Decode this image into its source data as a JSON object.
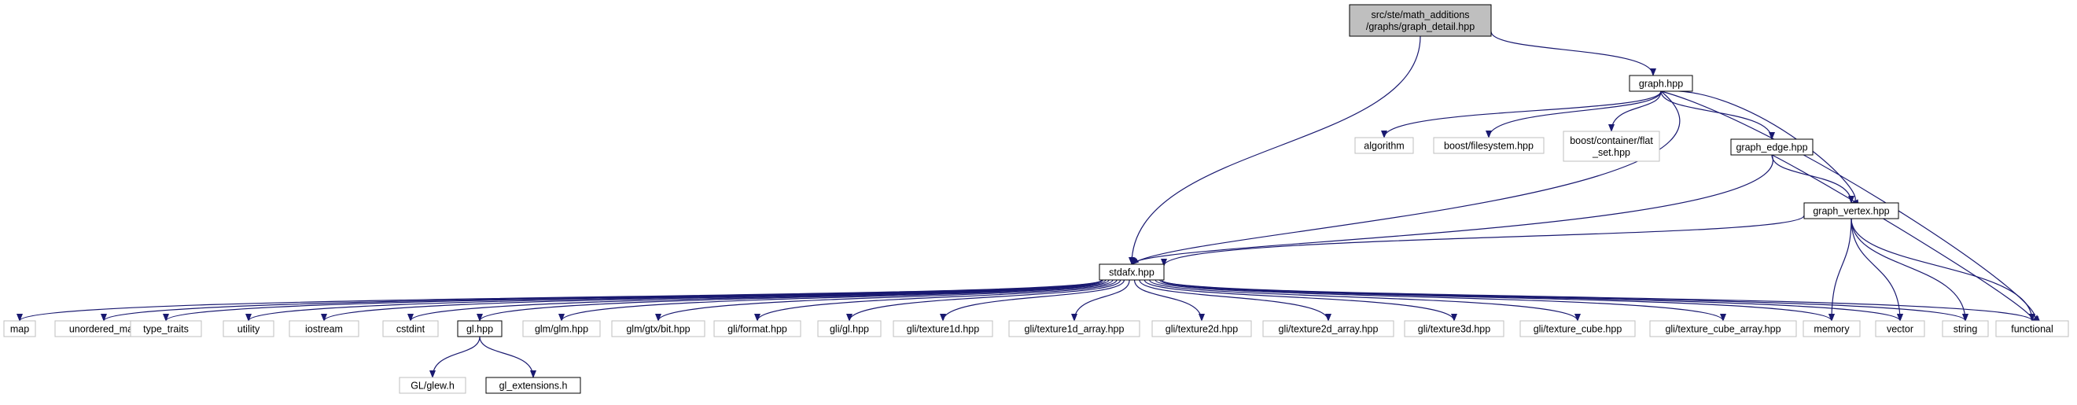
{
  "diagram": {
    "nodes": [
      {
        "id": "root",
        "lines": [
          "src/ste/math_additions",
          "/graphs/graph_detail.hpp"
        ],
        "style": "root"
      },
      {
        "id": "graph_hpp",
        "lines": [
          "graph.hpp"
        ],
        "style": "documented"
      },
      {
        "id": "algorithm",
        "lines": [
          "algorithm"
        ],
        "style": "external"
      },
      {
        "id": "boost_filesystem",
        "lines": [
          "boost/filesystem.hpp"
        ],
        "style": "external"
      },
      {
        "id": "boost_flat_set",
        "lines": [
          "boost/container/flat",
          "_set.hpp"
        ],
        "style": "external"
      },
      {
        "id": "graph_edge",
        "lines": [
          "graph_edge.hpp"
        ],
        "style": "documented"
      },
      {
        "id": "graph_vertex",
        "lines": [
          "graph_vertex.hpp"
        ],
        "style": "documented"
      },
      {
        "id": "stdafx",
        "lines": [
          "stdafx.hpp"
        ],
        "style": "documented"
      },
      {
        "id": "map",
        "lines": [
          "map"
        ],
        "style": "external"
      },
      {
        "id": "unordered_map",
        "lines": [
          "unordered_map"
        ],
        "style": "external"
      },
      {
        "id": "type_traits",
        "lines": [
          "type_traits"
        ],
        "style": "external"
      },
      {
        "id": "utility",
        "lines": [
          "utility"
        ],
        "style": "external"
      },
      {
        "id": "iostream",
        "lines": [
          "iostream"
        ],
        "style": "external"
      },
      {
        "id": "cstdint",
        "lines": [
          "cstdint"
        ],
        "style": "external"
      },
      {
        "id": "gl_hpp",
        "lines": [
          "gl.hpp"
        ],
        "style": "documented"
      },
      {
        "id": "glm_glm",
        "lines": [
          "glm/glm.hpp"
        ],
        "style": "external"
      },
      {
        "id": "glm_gtx_bit",
        "lines": [
          "glm/gtx/bit.hpp"
        ],
        "style": "external"
      },
      {
        "id": "gli_format",
        "lines": [
          "gli/format.hpp"
        ],
        "style": "external"
      },
      {
        "id": "gli_gl",
        "lines": [
          "gli/gl.hpp"
        ],
        "style": "external"
      },
      {
        "id": "gli_texture1d",
        "lines": [
          "gli/texture1d.hpp"
        ],
        "style": "external"
      },
      {
        "id": "gli_texture1d_array",
        "lines": [
          "gli/texture1d_array.hpp"
        ],
        "style": "external"
      },
      {
        "id": "gli_texture2d",
        "lines": [
          "gli/texture2d.hpp"
        ],
        "style": "external"
      },
      {
        "id": "gli_texture2d_array",
        "lines": [
          "gli/texture2d_array.hpp"
        ],
        "style": "external"
      },
      {
        "id": "gli_texture3d",
        "lines": [
          "gli/texture3d.hpp"
        ],
        "style": "external"
      },
      {
        "id": "gli_texture_cube",
        "lines": [
          "gli/texture_cube.hpp"
        ],
        "style": "external"
      },
      {
        "id": "gli_texture_cube_array",
        "lines": [
          "gli/texture_cube_array.hpp"
        ],
        "style": "external"
      },
      {
        "id": "memory",
        "lines": [
          "memory"
        ],
        "style": "external"
      },
      {
        "id": "vector",
        "lines": [
          "vector"
        ],
        "style": "external"
      },
      {
        "id": "string",
        "lines": [
          "string"
        ],
        "style": "external"
      },
      {
        "id": "functional",
        "lines": [
          "functional"
        ],
        "style": "external"
      },
      {
        "id": "glew",
        "lines": [
          "GL/glew.h"
        ],
        "style": "external"
      },
      {
        "id": "gl_extensions",
        "lines": [
          "gl_extensions.h"
        ],
        "style": "documented"
      }
    ],
    "edges": [
      [
        "root",
        "graph_hpp"
      ],
      [
        "root",
        "stdafx"
      ],
      [
        "graph_hpp",
        "algorithm"
      ],
      [
        "graph_hpp",
        "boost_filesystem"
      ],
      [
        "graph_hpp",
        "boost_flat_set"
      ],
      [
        "graph_hpp",
        "graph_edge"
      ],
      [
        "graph_hpp",
        "graph_vertex"
      ],
      [
        "graph_hpp",
        "functional"
      ],
      [
        "graph_hpp",
        "stdafx"
      ],
      [
        "graph_edge",
        "graph_vertex"
      ],
      [
        "graph_edge",
        "stdafx"
      ],
      [
        "graph_edge",
        "functional"
      ],
      [
        "graph_vertex",
        "stdafx"
      ],
      [
        "graph_vertex",
        "memory"
      ],
      [
        "graph_vertex",
        "vector"
      ],
      [
        "graph_vertex",
        "string"
      ],
      [
        "graph_vertex",
        "functional"
      ],
      [
        "stdafx",
        "map"
      ],
      [
        "stdafx",
        "unordered_map"
      ],
      [
        "stdafx",
        "type_traits"
      ],
      [
        "stdafx",
        "utility"
      ],
      [
        "stdafx",
        "iostream"
      ],
      [
        "stdafx",
        "cstdint"
      ],
      [
        "stdafx",
        "gl_hpp"
      ],
      [
        "stdafx",
        "glm_glm"
      ],
      [
        "stdafx",
        "glm_gtx_bit"
      ],
      [
        "stdafx",
        "gli_format"
      ],
      [
        "stdafx",
        "gli_gl"
      ],
      [
        "stdafx",
        "gli_texture1d"
      ],
      [
        "stdafx",
        "gli_texture1d_array"
      ],
      [
        "stdafx",
        "gli_texture2d"
      ],
      [
        "stdafx",
        "gli_texture2d_array"
      ],
      [
        "stdafx",
        "gli_texture3d"
      ],
      [
        "stdafx",
        "gli_texture_cube"
      ],
      [
        "stdafx",
        "gli_texture_cube_array"
      ],
      [
        "stdafx",
        "memory"
      ],
      [
        "stdafx",
        "vector"
      ],
      [
        "stdafx",
        "string"
      ],
      [
        "stdafx",
        "functional"
      ],
      [
        "gl_hpp",
        "glew"
      ],
      [
        "gl_hpp",
        "gl_extensions"
      ]
    ],
    "colors": {
      "edge": "#191970",
      "root_fill": "#bfbfbf",
      "documented_border": "#000000",
      "external_border": "#bfbfbf",
      "text": "#000000"
    }
  }
}
